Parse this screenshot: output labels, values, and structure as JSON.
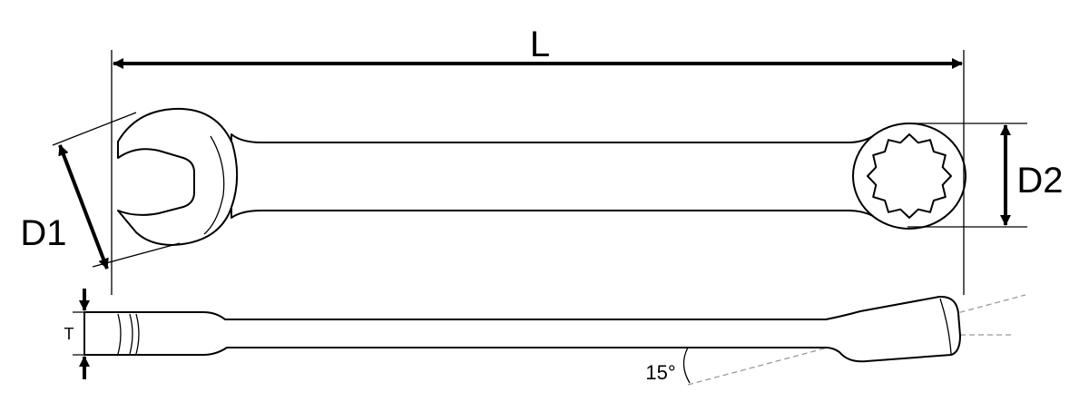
{
  "diagram": {
    "labels": {
      "length": "L",
      "open_end_size": "D1",
      "ring_end_size": "D2",
      "thickness": "T",
      "offset_angle": "15°"
    }
  }
}
